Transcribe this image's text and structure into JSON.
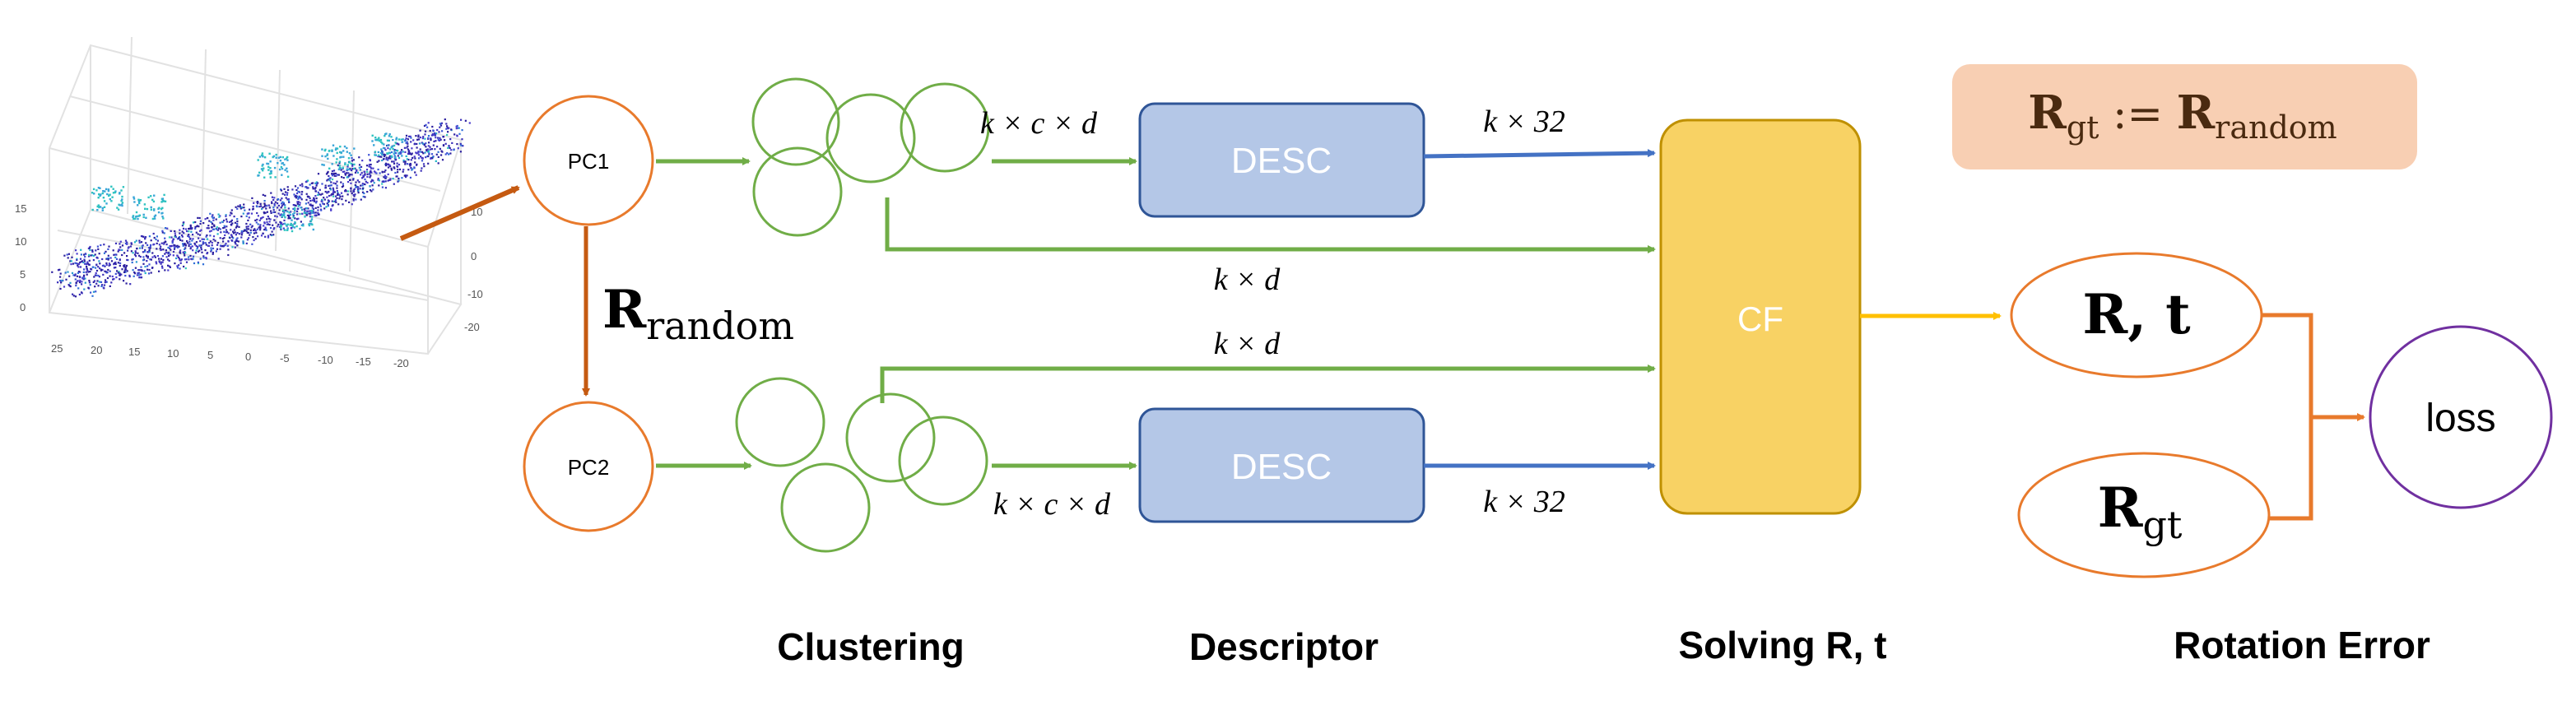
{
  "nodes": {
    "pc1": "PC1",
    "pc2": "PC2",
    "desc_top": "DESC",
    "desc_bottom": "DESC",
    "cf": "CF",
    "loss": "loss"
  },
  "edge_labels": {
    "top_kcd": "k × c × d",
    "top_k32": "k × 32",
    "top_kd": "k × d",
    "bottom_kd": "k × d",
    "bottom_kcd": "k × c × d",
    "bottom_k32": "k × 32"
  },
  "math": {
    "r_random_main": "R",
    "r_random_sub": "random",
    "rt_r": "R",
    "rt_sep": ", ",
    "rt_t": "t",
    "rgt_main": "R",
    "rgt_sub": "gt",
    "def_lhs_main": "R",
    "def_lhs_sub": "gt",
    "def_op": " := ",
    "def_rhs_main": "R",
    "def_rhs_sub": "random"
  },
  "stages": {
    "clustering": "Clustering",
    "descriptor": "Descriptor",
    "solving": "Solving R, t",
    "rotation_error": "Rotation Error"
  },
  "plot": {
    "y_ticks": [
      "15",
      "10",
      "5",
      "0"
    ],
    "x_ticks": [
      "25",
      "20",
      "15",
      "10",
      "5",
      "0",
      "-5",
      "-10",
      "-15",
      "-20"
    ],
    "z_ticks": [
      "10",
      "0",
      "-10",
      "-20"
    ]
  },
  "colors": {
    "orange": "#E87A2C",
    "green": "#70AD47",
    "blue": "#4472C4",
    "desc_fill": "#B4C7E7",
    "cf_fill": "#F8D264",
    "cf_stroke": "#BF9000",
    "def_box": "#F8CFB3",
    "purple": "#7030A0",
    "yellow_arrow": "#FFC000",
    "dark_orange": "#C55A11"
  }
}
